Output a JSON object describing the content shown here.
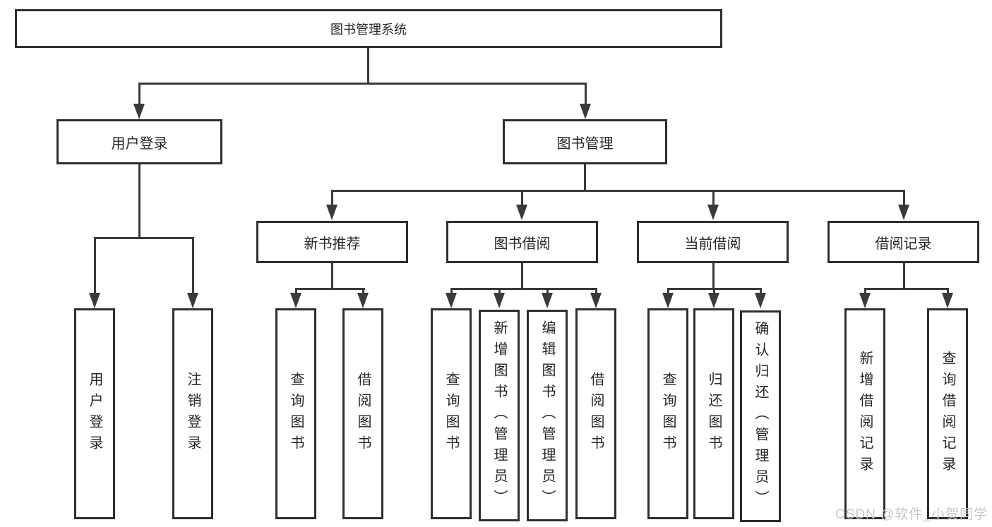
{
  "colors": {
    "background": "#ffffff",
    "line": "#3a3a3a",
    "border": "#2e2e2e",
    "text": "#262626",
    "watermark": "#c9c9c9"
  },
  "watermark": {
    "text": "CSDN @软件_小贺同学"
  },
  "tree": {
    "label": "图书管理系统",
    "children": [
      {
        "label": "用户登录",
        "children": [
          {
            "label": "用户登录"
          },
          {
            "label": "注销登录"
          }
        ]
      },
      {
        "label": "图书管理",
        "children": [
          {
            "label": "新书推荐",
            "children": [
              {
                "label": "查询图书"
              },
              {
                "label": "借阅图书"
              }
            ]
          },
          {
            "label": "图书借阅",
            "children": [
              {
                "label": "查询图书"
              },
              {
                "label": "新增图书（管理员）"
              },
              {
                "label": "编辑图书（管理员）"
              },
              {
                "label": "借阅图书"
              }
            ]
          },
          {
            "label": "当前借阅",
            "children": [
              {
                "label": "查询图书"
              },
              {
                "label": "归还图书"
              },
              {
                "label": "确认归还（管理员）"
              }
            ]
          },
          {
            "label": "借阅记录",
            "children": [
              {
                "label": "新增借阅记录"
              },
              {
                "label": "查询借阅记录"
              }
            ]
          }
        ]
      }
    ]
  }
}
